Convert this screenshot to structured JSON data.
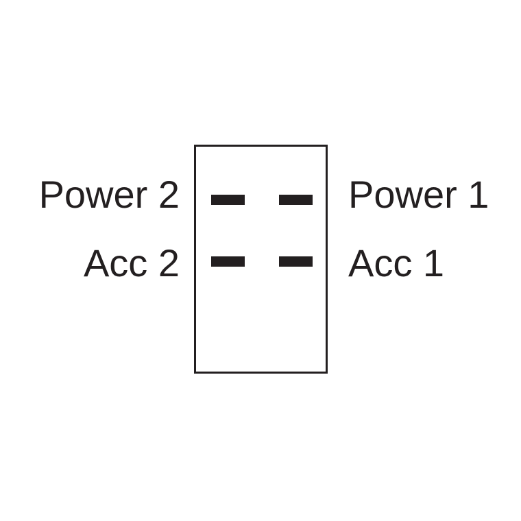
{
  "diagram": {
    "kind": "switch-terminal-wiring-diagram",
    "background_color": "#ffffff",
    "line_color": "#231f20",
    "terminal_color": "#231f20",
    "terminals": [
      {
        "label": "Power 2",
        "side": "left",
        "row": "top"
      },
      {
        "label": "Power 1",
        "side": "right",
        "row": "top"
      },
      {
        "label": "Acc 2",
        "side": "left",
        "row": "bottom"
      },
      {
        "label": "Acc 1",
        "side": "right",
        "row": "bottom"
      }
    ]
  }
}
